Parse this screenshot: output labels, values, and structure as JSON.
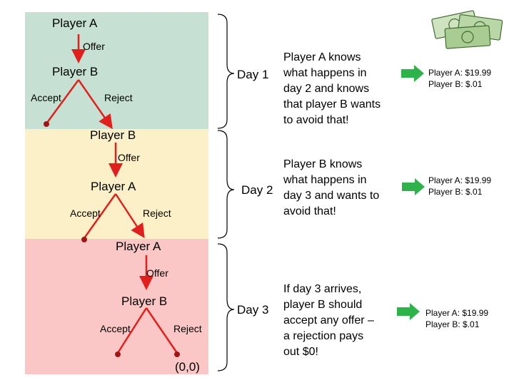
{
  "tree": {
    "day1": {
      "proposer": "Player A",
      "offer": "Offer",
      "responder": "Player B",
      "accept": "Accept",
      "reject": "Reject"
    },
    "day2": {
      "proposer": "Player B",
      "offer": "Offer",
      "responder": "Player A",
      "accept": "Accept",
      "reject": "Reject"
    },
    "day3": {
      "proposer": "Player A",
      "offer": "Offer",
      "responder": "Player B",
      "accept": "Accept",
      "reject": "Reject",
      "terminal": "(0,0)"
    }
  },
  "days": [
    {
      "label": "Day 1",
      "note": [
        "Player A knows",
        "what happens in",
        "day 2 and knows",
        "that player B wants",
        "to avoid that!"
      ],
      "payoff_a": "Player A: $19.99",
      "payoff_b": "Player B: $.01"
    },
    {
      "label": "Day 2",
      "note": [
        "Player B knows",
        "what happens in",
        "day 3 and wants to",
        "avoid that!"
      ],
      "payoff_a": "Player A: $19.99",
      "payoff_b": "Player B: $.01"
    },
    {
      "label": "Day 3",
      "note": [
        "If day 3 arrives,",
        "player B should",
        "accept any offer –",
        "a rejection pays",
        "out $0!"
      ],
      "payoff_a": "Player A: $19.99",
      "payoff_b": "Player B: $.01"
    }
  ],
  "colors": {
    "day1_band": "#c6e0d3",
    "day2_band": "#fbf0c8",
    "day3_band": "#fbc6c6",
    "tree_line": "#e0201c",
    "arrow": "#2db34a",
    "money": "#6aa84f"
  },
  "icons": {
    "decoration": "money-bills-icon"
  }
}
